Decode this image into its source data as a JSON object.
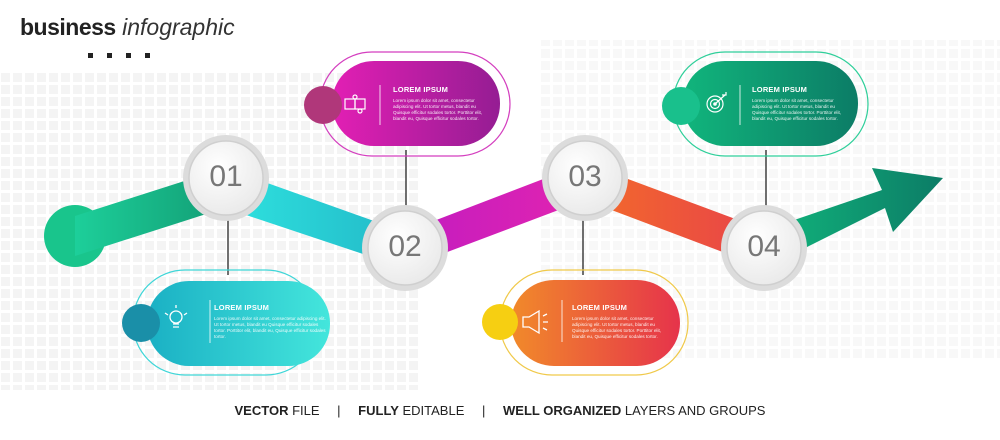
{
  "title": {
    "bold": "business",
    "italic": "infographic"
  },
  "steps": [
    {
      "number": "01",
      "heading": "LOREM IPSUM",
      "text": "Lorem ipsum dolor sit amet, consectetur adipiscing elit. Ut tortor metus, blandit eu Quisque efficitur sodales tortor. Porttitor elit, blandit eu, Quisque efficitur sodales tortor.",
      "icon": "lightbulb-icon",
      "color_start": "#2bb8c9",
      "color_end": "#3fe0db"
    },
    {
      "number": "02",
      "heading": "LOREM IPSUM",
      "text": "Lorem ipsum dolor sit amet, consectetur adipiscing elit. Ut tortor metus, blandit eu Quisque efficitur sodales tortor. Porttitor elit, blandit eu, Quisque efficitur sodales tortor.",
      "icon": "puzzle-icon",
      "color_start": "#e020b8",
      "color_end": "#9a1f95"
    },
    {
      "number": "03",
      "heading": "LOREM IPSUM",
      "text": "Lorem ipsum dolor sit amet, consectetur adipiscing elit. Ut tortor metus, blandit eu Quisque efficitur sodales tortor. Porttitor elit, blandit eu, Quisque efficitur sodales tortor.",
      "icon": "megaphone-icon",
      "color_start": "#f08a2a",
      "color_end": "#e8324a"
    },
    {
      "number": "04",
      "heading": "LOREM IPSUM",
      "text": "Lorem ipsum dolor sit amet, consectetur adipiscing elit. Ut tortor metus, blandit eu Quisque efficitur sodales tortor. Porttitor elit, blandit eu, Quisque efficitur sodales tortor.",
      "icon": "target-icon",
      "color_start": "#14b07a",
      "color_end": "#0d7e68"
    }
  ],
  "footer": {
    "part1_bold": "VECTOR",
    "part1_rest": " FILE",
    "part2_bold": "FULLY",
    "part2_rest": " EDITABLE",
    "part3_bold": "WELL ORGANIZED",
    "part3_rest": " LAYERS AND GROUPS",
    "separator": "|"
  },
  "watermark_id": "646294436"
}
